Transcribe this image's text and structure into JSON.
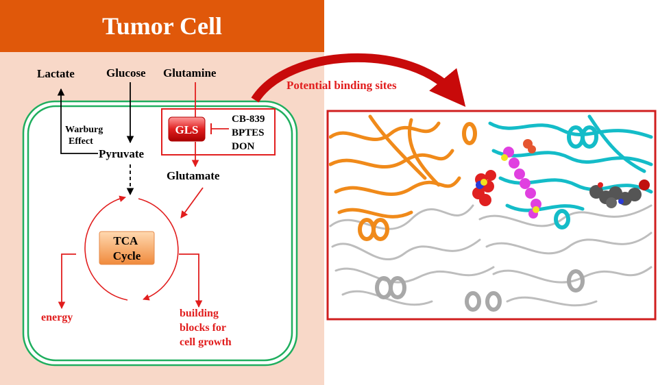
{
  "title": "Tumor Cell",
  "metabolites": {
    "lactate": "Lactate",
    "glucose": "Glucose",
    "glutamine": "Glutamine",
    "pyruvate": "Pyruvate",
    "glutamate": "Glutamate"
  },
  "warburg": [
    "Warburg",
    "Effect"
  ],
  "enzyme": "GLS",
  "inhibitors": [
    "CB-839",
    "BPTES",
    "DON"
  ],
  "tca": [
    "TCA",
    "Cycle"
  ],
  "outputs": {
    "energy": "energy",
    "building_blocks": [
      "building",
      "blocks for",
      "cell growth"
    ]
  },
  "binding_label": "Potential binding sites",
  "colors": {
    "banner": "#e0580a",
    "panel_bg": "#f8d8c8",
    "membrane": "#1fae5e",
    "accent_red": "#e11d1d",
    "protein_orange": "#f08a1a",
    "protein_cyan": "#14bcc8",
    "protein_gray": "#c8c8c8",
    "ligand_magenta": "#e040e0"
  }
}
